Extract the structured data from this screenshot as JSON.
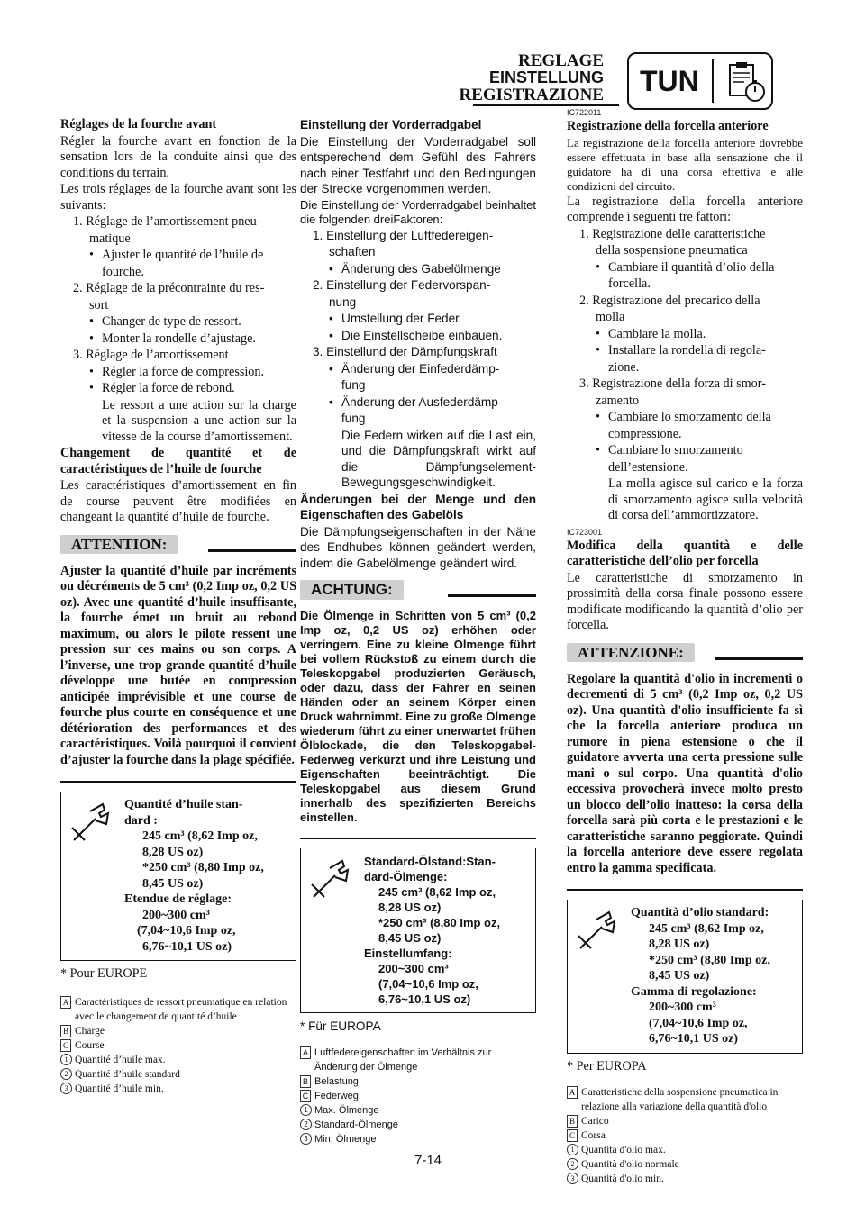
{
  "header": {
    "line1": "REGLAGE",
    "line2": "EINSTELLUNG",
    "line3": "REGISTRAZIONE",
    "badge": "TUN",
    "badge_icon": "clipboard-stopwatch-icon"
  },
  "fr": {
    "title": "Réglages de la fourche avant",
    "intro": "Régler la fourche avant en fonction de la sensation lors de la conduite ainsi que des conditions du terrain.",
    "intro2": "Les trois réglages de la fourche avant sont les suivants:",
    "s1": "1. Réglage de l’amortissement pneu-",
    "s1b": "matique",
    "s1_b1": "Ajuster le quantité de l’huile de",
    "s1_b1b": "fourche.",
    "s2": "2. Réglage de la précontrainte du res-",
    "s2b": "sort",
    "s2_b1": "Changer de type de ressort.",
    "s2_b2": "Monter la rondelle d’ajustage.",
    "s3": "3. Réglage de l’amortissement",
    "s3_b1": "Régler la force de compression.",
    "s3_b2": "Régler la force de rebond.",
    "s3_note": "Le ressort a une action sur la charge et la suspension a une action sur la vitesse de la course d’amortissement.",
    "sub2": "Changement de quantité et de caractéristiques de l’huile de fourche",
    "sub2_text": "Les caractéristiques d’amortissement en fin de course peuvent être modifiées en changeant la quantité d’huile de fourche.",
    "warn_label": "ATTENTION:",
    "warn_text": "Ajuster la quantité d’huile par incréments ou décréments de 5 cm³ (0,2 Imp oz, 0,2 US oz). Avec une quantité d’huile insuffisante, la fourche émet un bruit au rebond maximum, ou alors le pilote ressent une pression sur ces mains ou son corps. A l’inverse, une trop grande quantité d’huile développe une butée en compression anticipée imprévisible et une course de fourche plus courte en conséquence et une détérioration des performances et des caractéristiques. Voilà pourquoi il convient d’ajuster la fourche dans la plage spécifiée.",
    "spec": [
      "Quantité d’huile stan-",
      "dard :",
      "245 cm³ (8,62 Imp oz,",
      "8,28 US oz)",
      "*250 cm³ (8,80 Imp oz,",
      "8,45 US oz)",
      "Etendue de réglage:",
      "200~300 cm³",
      "(7,04~10,6 Imp oz,",
      "6,76~10,1 US oz)"
    ],
    "footnote": "* Pour EUROPE",
    "legend": [
      "Caractéristiques de ressort pneumatique en relation avec le changement de quantité d’huile",
      "Charge",
      "Course",
      "Quantité d’huile max.",
      "Quantité d’huile standard",
      "Quantité d’huile min."
    ]
  },
  "de": {
    "title": "Einstellung der Vorderradgabel",
    "intro": "Die Einstellung der Vorderradgabel soll entsperechend dem Gefühl des Fahrers nach einer Testfahrt und den Bedingungen der Strecke vorgenommen werden.",
    "intro2": "Die Einstellung der Vorderradgabel beinhaltet die folgenden dreiFaktoren:",
    "s1": "1. Einstellung der Luftfedereigen-",
    "s1b": "schaften",
    "s1_b1": "Änderung des Gabelölmenge",
    "s2": "2. Einstellung der Federvorspan-",
    "s2b": "nung",
    "s2_b1": "Umstellung der Feder",
    "s2_b2": "Die Einstellscheibe einbauen.",
    "s3": "3. Einstellund der Dämpfungskraft",
    "s3_b1": "Änderung der Einfederdämp-",
    "s3_b1b": "fung",
    "s3_b2": "Änderung der Ausfederdämp-",
    "s3_b2b": "fung",
    "s3_note": "Die Federn wirken auf die Last ein, und die Dämpfungskraft wirkt auf die Dämpfungselement-Bewegungsgeschwindigkeit.",
    "sub2": "Änderungen bei der Menge und den Eigenschaften des Gabelöls",
    "sub2_text": "Die Dämpfungseigenschaften in der Nähe des Endhubes können geändert werden, indem die Gabelölmenge geändert wird.",
    "warn_label": "ACHTUNG:",
    "warn_text": "Die Ölmenge in Schritten von 5 cm³ (0,2 Imp oz, 0,2 US oz) erhöhen oder verringern. Eine zu kleine Ölmenge führt bei vollem Rückstoß zu einem durch die Teleskopgabel produzierten Geräusch, oder dazu, dass der Fahrer en seinen Händen oder an seinem Körper einen Druck wahrnimmt. Eine zu große Ölmenge wiederum führt zu einer unerwartet frühen Ölblockade, die den Teleskopgabel-Federweg verkürzt und ihre Leistung und Eigenschaften beeinträchtigt. Die Teleskopgabel aus diesem Grund innerhalb des spezifizierten Bereichs einstellen.",
    "spec": [
      "Standard-Ölstand:Stan-",
      "dard-Ölmenge:",
      "245 cm³ (8,62 Imp oz,",
      "8,28 US oz)",
      "*250 cm³ (8,80 Imp oz,",
      "8,45 US oz)",
      "Einstellumfang:",
      "200~300 cm³",
      "(7,04~10,6 Imp oz,",
      "6,76~10,1 US oz)"
    ],
    "footnote": "* Für EUROPA",
    "legend": [
      "Luftfedereigenschaften im Verhältnis zur Änderung der Ölmenge",
      "Belastung",
      "Federweg",
      "Max. Ölmenge",
      "Standard-Ölmenge",
      "Min. Ölmenge"
    ]
  },
  "it": {
    "code1": "IC722011",
    "title": "Registrazione della forcella anteriore",
    "intro": "La registrazione della forcella anteriore dovrebbe essere effettuata in base alla sensazione che il guidatore ha di una corsa effettiva e alle condizioni del circuito.",
    "intro2": "La registrazione della forcella anteriore comprende i seguenti tre fattori:",
    "s1": "1. Registrazione delle caratteristiche",
    "s1b": "della sospensione pneumatica",
    "s1_b1": "Cambiare il quantità d’olio della",
    "s1_b1b": "forcella.",
    "s2": "2. Registrazione del precarico della",
    "s2b": "molla",
    "s2_b1": "Cambiare la molla.",
    "s2_b2": "Installare la rondella di regola-",
    "s2_b2b": "zione.",
    "s3": "3. Registrazione della forza di smor-",
    "s3b": "zamento",
    "s3_b1": "Cambiare lo smorzamento della",
    "s3_b1b": "compressione.",
    "s3_b2": "Cambiare lo smorzamento",
    "s3_b2b": "dell’estensione.",
    "s3_note": "La molla agisce sul carico e la forza di smorzamento agisce sulla velocità di corsa dell’ammortizzatore.",
    "code2": "IC723001",
    "sub2": "Modifica della quantità e delle caratteristiche dell’olio per forcella",
    "sub2_text": "Le caratteristiche di smorzamento in prossimità della corsa finale possono essere modificate modificando la quantità d’olio per forcella.",
    "warn_label": "ATTENZIONE:",
    "warn_text": "Regolare la quantità d'olio in incrementi o decrementi di 5 cm³ (0,2 Imp oz, 0,2 US oz). Una quantità d'olio insufficiente fa sì che la forcella anteriore produca un rumore in piena estensione o che il guidatore avverta una certa pressione sulle mani o sul corpo. Una quantità d'olio eccessiva provocherà invece molto presto un blocco dell’olio inatteso: la corsa della forcella sarà più corta e le prestazioni e le caratteristiche saranno peggiorate. Quindi la forcella anteriore deve essere regolata entro la gamma specificata.",
    "spec": [
      "Quantità d’olio standard:",
      "245 cm³ (8,62 Imp oz,",
      "8,28 US oz)",
      "*250 cm³ (8,80 Imp oz,",
      "8,45 US oz)",
      "Gamma di regolazione:",
      "200~300 cm³",
      "(7,04~10,6 Imp oz,",
      "6,76~10,1 US oz)"
    ],
    "footnote": "* Per EUROPA",
    "legend": [
      "Caratteristiche della sospensione pneumatica in relazione alla variazione della quantità d'olio",
      "Carico",
      "Corsa",
      "Quantità d'olio max.",
      "Quantità d'olio normale",
      "Quantità d'olio min."
    ]
  },
  "legend_keys": [
    "A",
    "B",
    "C",
    "1",
    "2",
    "3"
  ],
  "page_number": "7-14"
}
